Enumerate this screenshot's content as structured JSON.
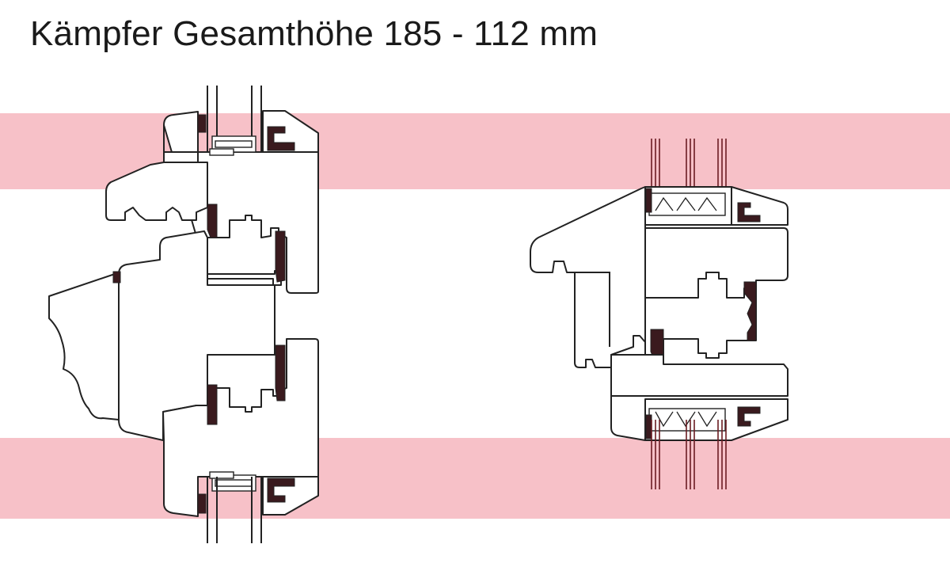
{
  "title": "Kämpfer Gesamthöhe 185 - 112 mm",
  "colors": {
    "band": "#f7c1c8",
    "outline": "#222222",
    "glass": "#6b1c22",
    "background": "#ffffff"
  },
  "diagram": {
    "type": "technical-cross-section",
    "left_profile": "transom-185mm",
    "right_profile": "transom-112mm"
  }
}
